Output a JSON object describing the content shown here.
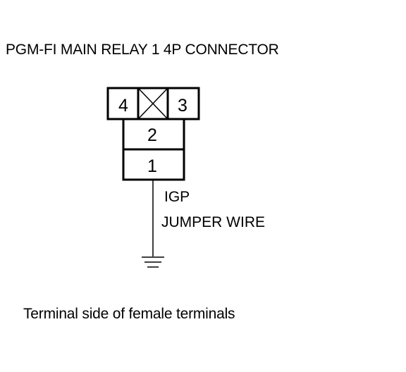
{
  "title": "PGM-FI MAIN RELAY 1 4P CONNECTOR",
  "pins": {
    "p4": "4",
    "p3": "3",
    "p2": "2",
    "p1": "1"
  },
  "wire": {
    "signal": "IGP",
    "name": "JUMPER WIRE",
    "termination": "ground-icon"
  },
  "caption": "Terminal side of female terminals",
  "colors": {
    "line": "#000000",
    "background": "#ffffff"
  }
}
